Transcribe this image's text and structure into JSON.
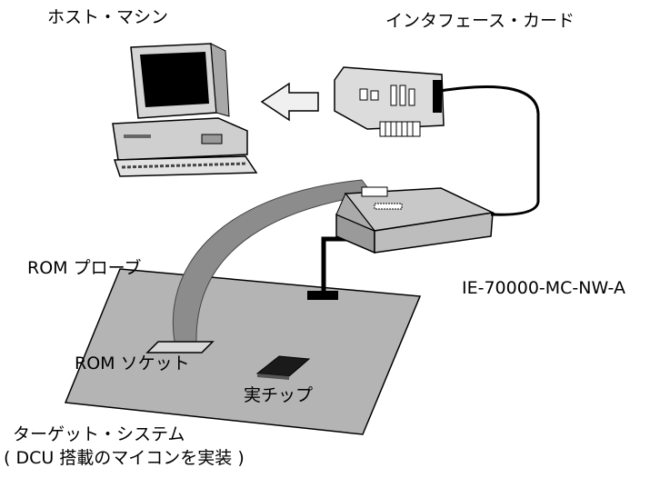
{
  "labels": {
    "host_machine": "ホスト・マシン",
    "interface_card": "インタフェース・カード",
    "rom_probe": "ROM プローブ",
    "model_name": "IE-70000-MC-NW-A",
    "rom_socket": "ROM ソケット",
    "real_chip": "実チップ",
    "target_system_line1": "ターゲット・システム",
    "target_system_line2": "( DCU 搭載のマイコンを実装 )"
  },
  "colors": {
    "board_fill": "#b4b4b4",
    "probe_fill": "#8c8c8c",
    "emulator_fill": "#c8c8c8",
    "card_fill": "#dcdcdc",
    "cable": "#000000",
    "screen": "#000000"
  }
}
